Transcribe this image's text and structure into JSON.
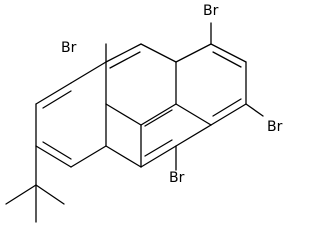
{
  "molecule": {
    "substituents": [
      {
        "id": "br-top-left",
        "label": "Br"
      },
      {
        "id": "br-top-right",
        "label": "Br"
      },
      {
        "id": "br-right",
        "label": "Br"
      },
      {
        "id": "br-bottom",
        "label": "Br"
      }
    ],
    "tert_butyl_group": {
      "label": ""
    }
  },
  "colors": {
    "bond": "#000000",
    "background": "#ffffff"
  }
}
